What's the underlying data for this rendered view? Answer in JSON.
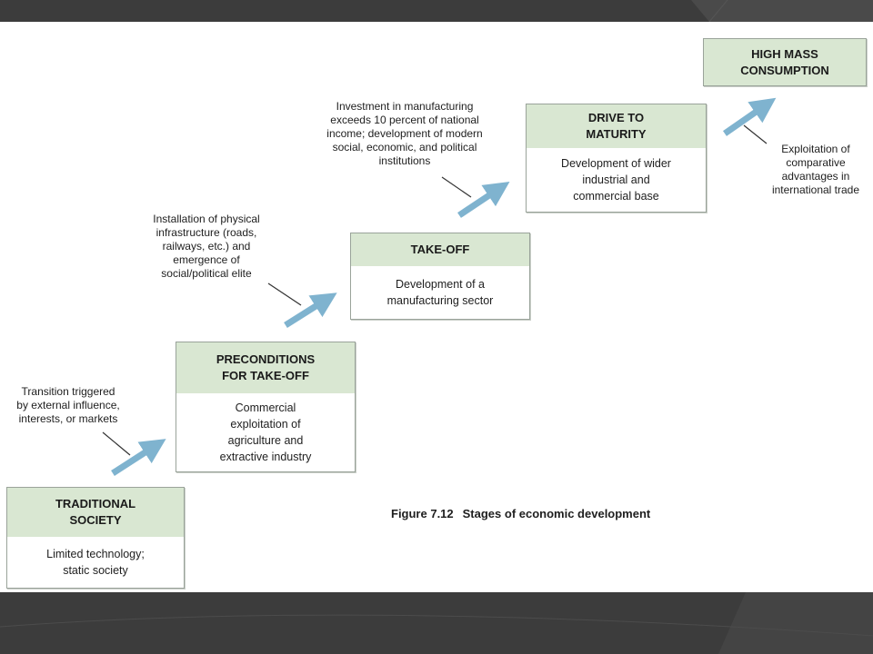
{
  "figure": {
    "caption_number": "Figure 7.12",
    "caption_text": "Stages of economic development"
  },
  "stages": [
    {
      "title": "TRADITIONAL\nSOCIETY",
      "description": "Limited technology;\nstatic society"
    },
    {
      "title": "PRECONDITIONS\nFOR TAKE-OFF",
      "description": "Commercial\nexploitation of\nagriculture and\nextractive industry"
    },
    {
      "title": "TAKE-OFF",
      "description": "Development of a\nmanufacturing sector"
    },
    {
      "title": "DRIVE TO\nMATURITY",
      "description": "Development of wider\nindustrial and\ncommercial base"
    },
    {
      "title": "HIGH MASS\nCONSUMPTION",
      "description": ""
    }
  ],
  "transitions": [
    {
      "text": "Transition triggered\nby external influence,\ninterests, or markets"
    },
    {
      "text": "Installation of physical\ninfrastructure (roads,\nrailways, etc.) and\nemergence of\nsocial/political elite"
    },
    {
      "text": "Investment in manufacturing\nexceeds 10 percent of national\nincome; development of modern\nsocial, economic, and political\ninstitutions"
    },
    {
      "text": "Exploitation of\ncomparative\nadvantages in\ninternational trade"
    }
  ],
  "colors": {
    "title_band": "#d9e7d2",
    "arrow": "#7fb3cf",
    "frame": "#3c3c3c"
  }
}
